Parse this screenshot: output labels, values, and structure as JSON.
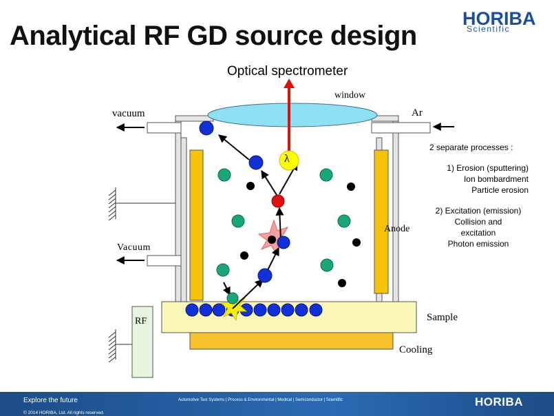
{
  "title": "Analytical RF GD source design",
  "logo": {
    "main": "HORIBA",
    "sub": "Scientific"
  },
  "labels": {
    "spectrometer": "Optical spectrometer",
    "window": "window",
    "vacuum_top": "vacuum",
    "ar": "Ar",
    "vacuum_mid": "Vacuum",
    "anode": "Anode",
    "rf": "RF",
    "sample": "Sample",
    "cooling": "Cooling",
    "lambda": "λ"
  },
  "processes": {
    "title": "2 separate processes :",
    "p1": [
      "1) Erosion (sputtering)",
      "Ion bombardment",
      "Particle erosion"
    ],
    "p2": [
      "2) Excitation (emission)",
      "Collision and",
      "excitation",
      "Photon emission"
    ]
  },
  "footer": {
    "tagline": "Explore the future",
    "nav": "Automotive Test Systems  |  Process & Environmental  |  Medical  |  Semiconductor  |  Scientific",
    "logo": "HORIBA",
    "copyright": "© 2014 HORIBA, Ltd. All rights reserved."
  },
  "colors": {
    "ion_blue": "#1230d8",
    "atom_green": "#1aa57a",
    "excited_red": "#e01010",
    "anode_yellow": "#f5c20a",
    "sample_yellow": "#fbf7b8",
    "window_cyan": "#8fe0f4",
    "rf_green": "#e6f5dd",
    "cooling_yellow": "#f7c22c",
    "brand_blue": "#1b4f9c"
  }
}
